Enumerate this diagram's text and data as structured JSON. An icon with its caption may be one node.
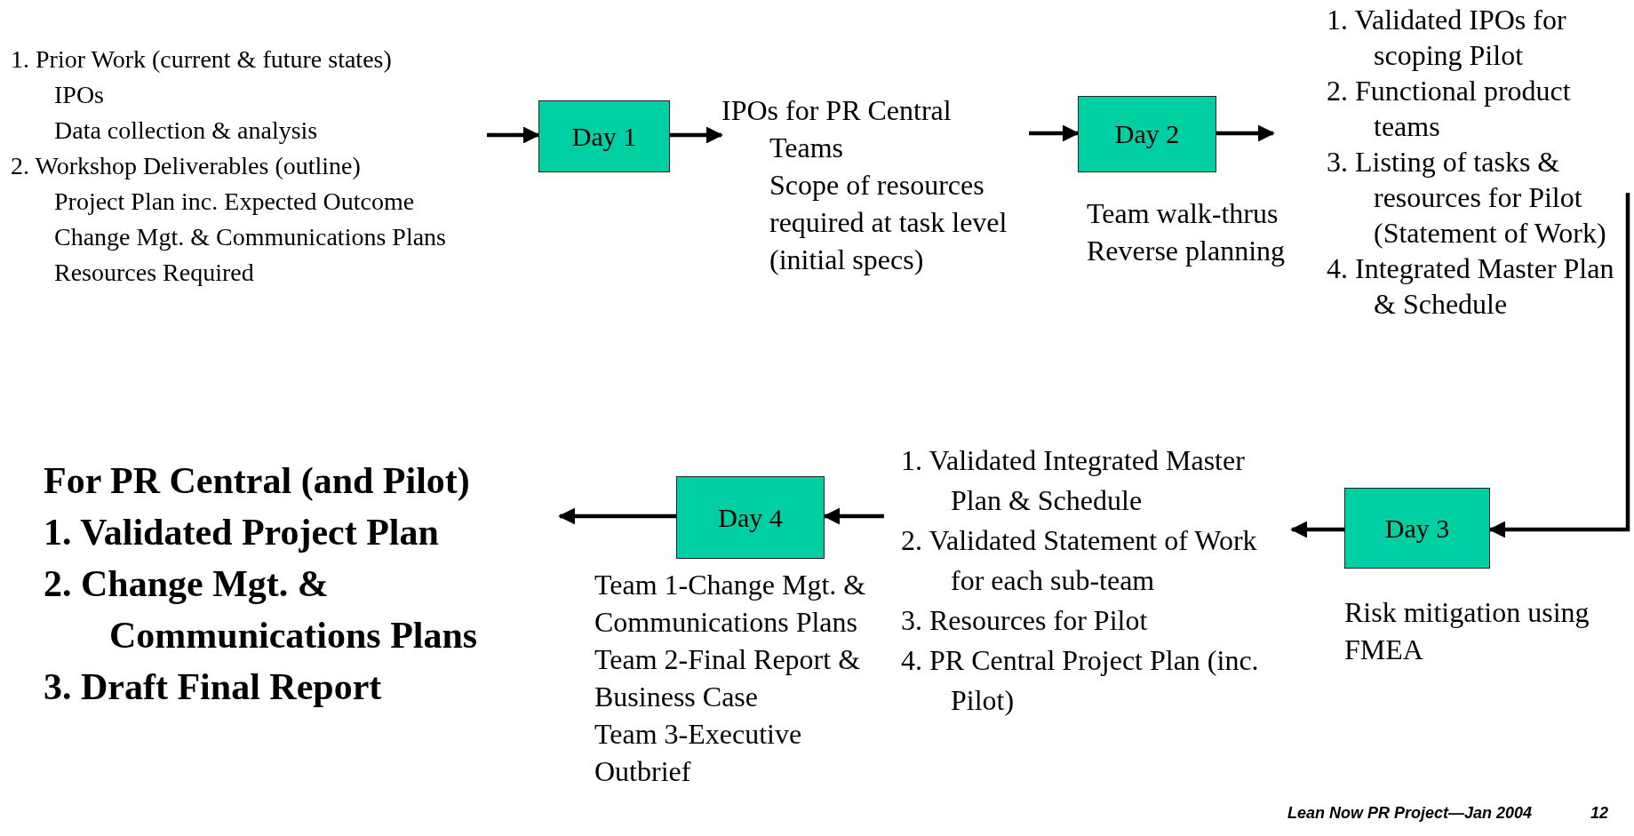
{
  "diagram": {
    "nodes": [
      {
        "text": [
          "1. Prior Work (current & future states)",
          "IPOs",
          "Data collection & analysis",
          "2. Workshop Deliverables (outline)",
          "Project Plan inc. Expected Outcome",
          "Change Mgt. & Communications Plans",
          "Resources Required"
        ]
      },
      {
        "text": [
          "Day 1"
        ]
      },
      {
        "text": [
          "IPOs for PR Central",
          "Teams",
          "Scope of resources required at task level (initial specs)"
        ]
      },
      {
        "text": [
          "Day 2"
        ],
        "beside": [
          "Team walk-thrus",
          "Reverse planning"
        ]
      },
      {
        "text": [
          "1. Validated IPOs for scoping Pilot",
          "2. Functional product teams",
          "3. Listing of tasks & resources for Pilot (Statement of Work)",
          "4. Integrated Master Plan & Schedule"
        ]
      },
      {
        "text": [
          "Day 3"
        ],
        "beside": [
          "Risk mitigation using FMEA"
        ]
      },
      {
        "text": [
          "1. Validated Integrated Master Plan & Schedule",
          "2. Validated Statement of Work for each sub-team",
          "3. Resources for Pilot",
          "4. PR Central Project Plan (inc. Pilot)"
        ]
      },
      {
        "text": [
          "Day 4"
        ],
        "beside": [
          "Team 1-Change Mgt. & Communications Plans",
          "Team 2-Final Report & Business Case",
          "Team 3-Executive Outbrief"
        ]
      },
      {
        "text": [
          "For PR Central (and Pilot)",
          "1. Validated Project Plan",
          "2. Change Mgt. & Communications Plans",
          "3. Draft Final Report"
        ]
      }
    ],
    "edges": [
      {
        "from": 0,
        "to": 1,
        "arrow": "to"
      },
      {
        "from": 1,
        "to": 2,
        "arrow": "to"
      },
      {
        "from": 2,
        "to": 3,
        "arrow": "to"
      },
      {
        "from": 3,
        "to": 4,
        "arrow": "to"
      },
      {
        "from": 4,
        "to": 5,
        "arrow": "to"
      },
      {
        "from": 5,
        "to": 6,
        "arrow": "to"
      },
      {
        "from": 6,
        "to": 7,
        "arrow": "to"
      },
      {
        "from": 7,
        "to": 8,
        "arrow": "to"
      }
    ],
    "labels": [
      "Lean Now PR Project—Jan 2004",
      "12"
    ]
  }
}
